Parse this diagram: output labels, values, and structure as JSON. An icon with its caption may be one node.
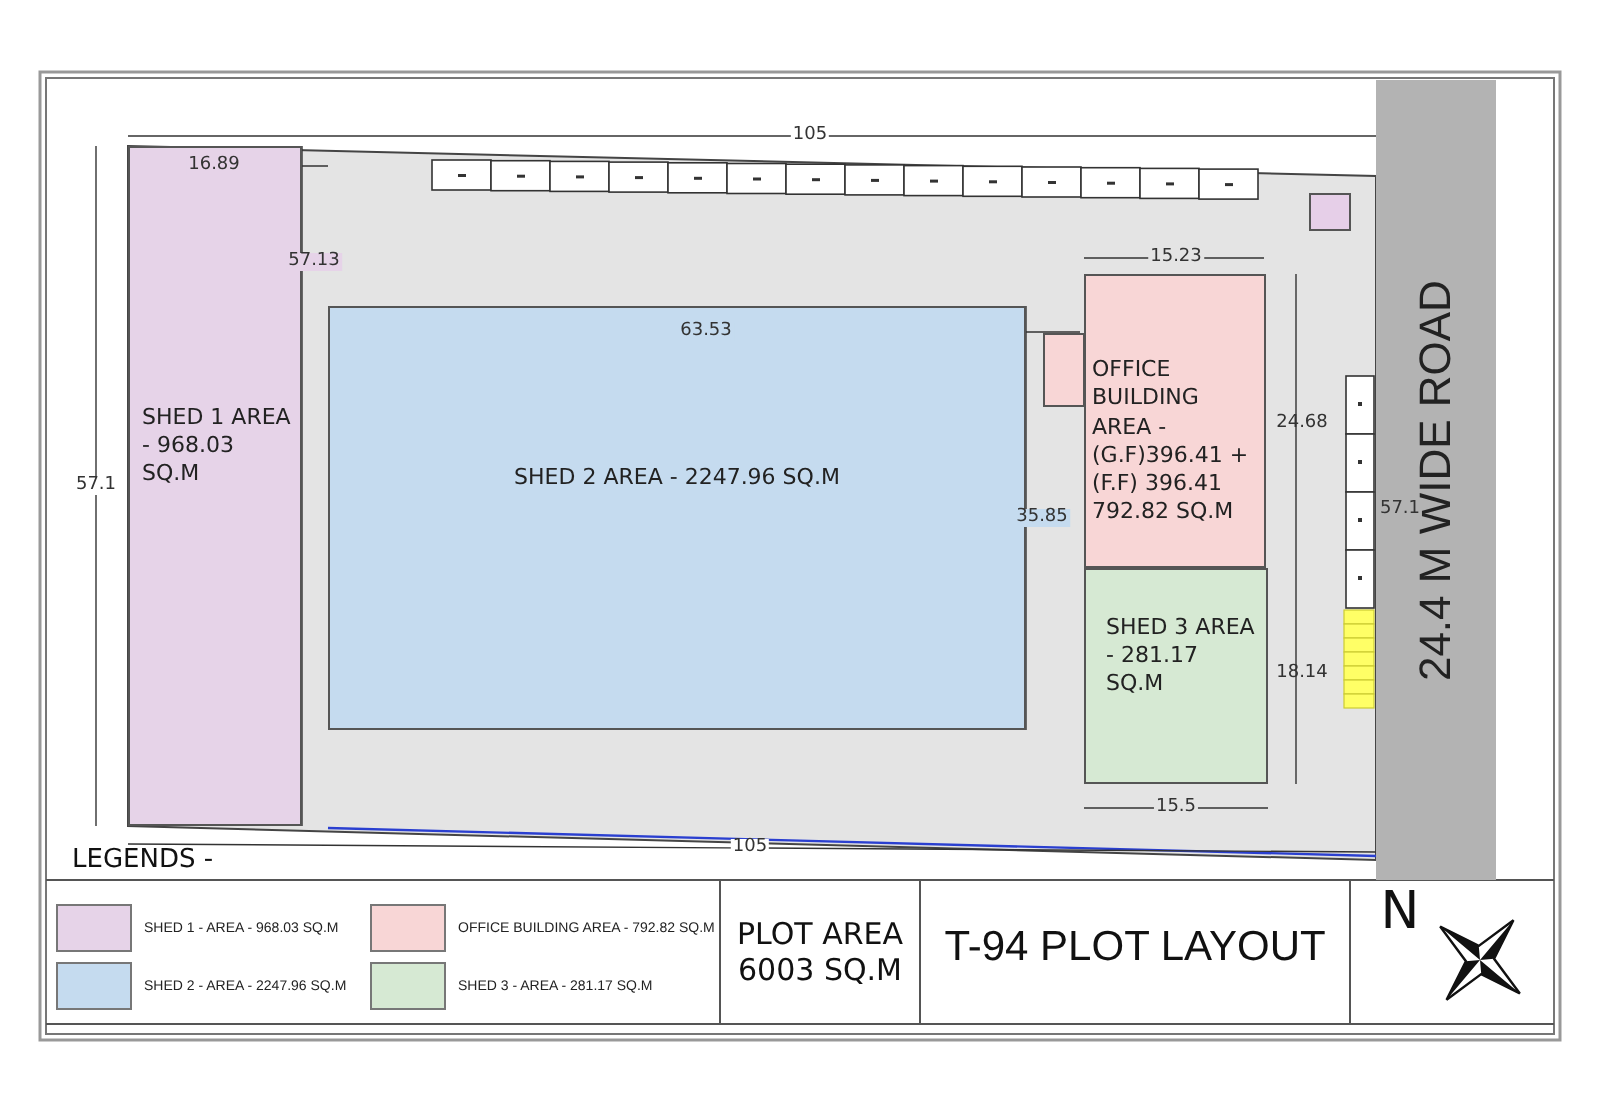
{
  "diagram": {
    "title": "T-94 PLOT LAYOUT",
    "nodes": [
      {
        "text": [
          "SHED 1 AREA - 968.03 SQ.M"
        ]
      },
      {
        "text": [
          "SHED 2 AREA - 2247.96 SQ.M"
        ]
      },
      {
        "text": [
          "OFFICE BUILDING AREA - (G.F)396.41 + (F.F) 396.41 792.82 SQ.M"
        ]
      },
      {
        "text": [
          "SHED 3 AREA - 281.17 SQ.M"
        ]
      },
      {
        "text": [
          "24.4 M WIDE ROAD"
        ]
      }
    ],
    "labels": [
      "105",
      "16.89",
      "15.23",
      "57.13",
      "63.53",
      "24.68",
      "57.1",
      "57.1",
      "35.85",
      "18.14",
      "15.5",
      "105",
      "LEGENDS -",
      "N",
      "PLOT AREA 6003 SQ.M"
    ],
    "legend": [
      {
        "text": "SHED 1 - AREA - 968.03 SQ.M",
        "color": "#e6d3e8"
      },
      {
        "text": "OFFICE BUILDING AREA - 792.82 SQ.M",
        "color": "#f8d6d6"
      },
      {
        "text": "SHED 2 - AREA - 2247.96 SQ.M",
        "color": "#c5dbef"
      },
      {
        "text": "SHED 3 - AREA - 281.17 SQ.M",
        "color": "#d6e9d3"
      }
    ]
  }
}
